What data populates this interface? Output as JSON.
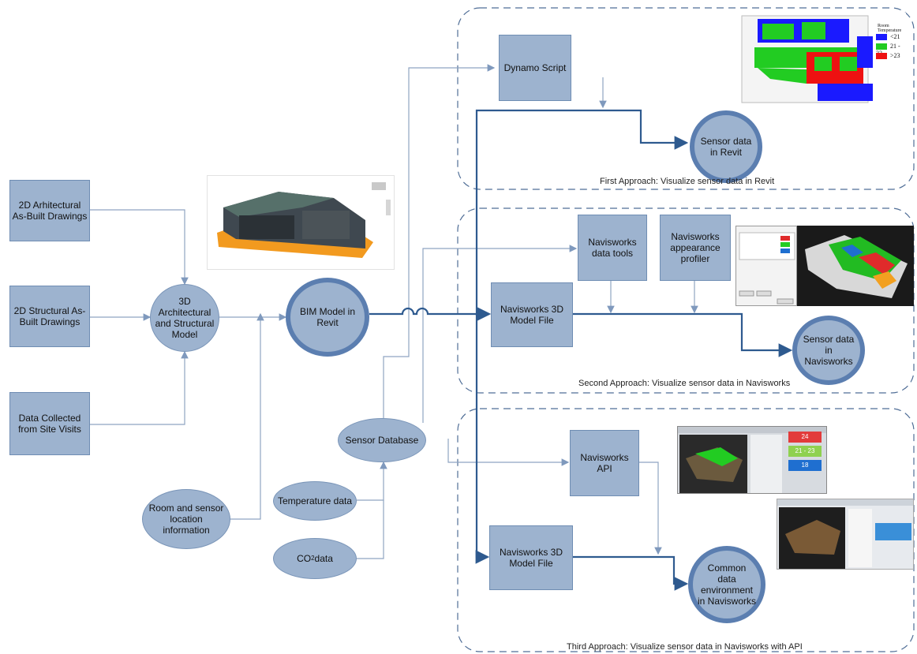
{
  "nodes": {
    "arch_drawings": "2D Arhitectural As-Built Drawings",
    "struct_drawings": "2D Structural As-Built Drawings",
    "site_visits": "Data Collected from Site Visits",
    "model_3d": "3D Architectural and Structural Model",
    "room_sensor": "Room and sensor location information",
    "bim_model": "BIM Model in Revit",
    "sensor_db": "Sensor Database",
    "temperature": "Temperature data",
    "co2_prefix": "CO",
    "co2_sub": "2",
    "co2_suffix": " data",
    "dynamo": "Dynamo Script",
    "sensor_revit": "Sensor data in Revit",
    "nw_data_tools": "Navisworks data tools",
    "nw_profiler": "Navisworks appearance profiler",
    "nw_model_1": "Navisworks 3D Model File",
    "sensor_nw": "Sensor data in Navisworks",
    "nw_api": "Navisworks API",
    "nw_model_2": "Navisworks 3D Model File",
    "common_env": "Common data environment in Navisworks"
  },
  "groups": {
    "first": "First Approach: Visualize sensor data in Revit",
    "second": "Second Approach: Visualize sensor data in Navisworks",
    "third": "Third Approach: Visualize sensor data in Navisworks with API"
  },
  "revit_legend": {
    "title": "Room Temperature",
    "items": [
      {
        "label": "<21",
        "color": "#1a1aff"
      },
      {
        "label": "21 - 23",
        "color": "#22cc22"
      },
      {
        "label": ">23",
        "color": "#ee1111"
      }
    ]
  },
  "api_panel": {
    "values": [
      "24",
      "21 - 23",
      "18"
    ],
    "colors": [
      "#e23b3b",
      "#8fd14f",
      "#1f6fd0"
    ]
  },
  "colors": {
    "node_fill": "#9db3cf",
    "ring": "#5b7eb0",
    "main_flow": "#2e5a8f",
    "thin_flow": "#8fa5c2",
    "group_border": "#4f6d96"
  }
}
